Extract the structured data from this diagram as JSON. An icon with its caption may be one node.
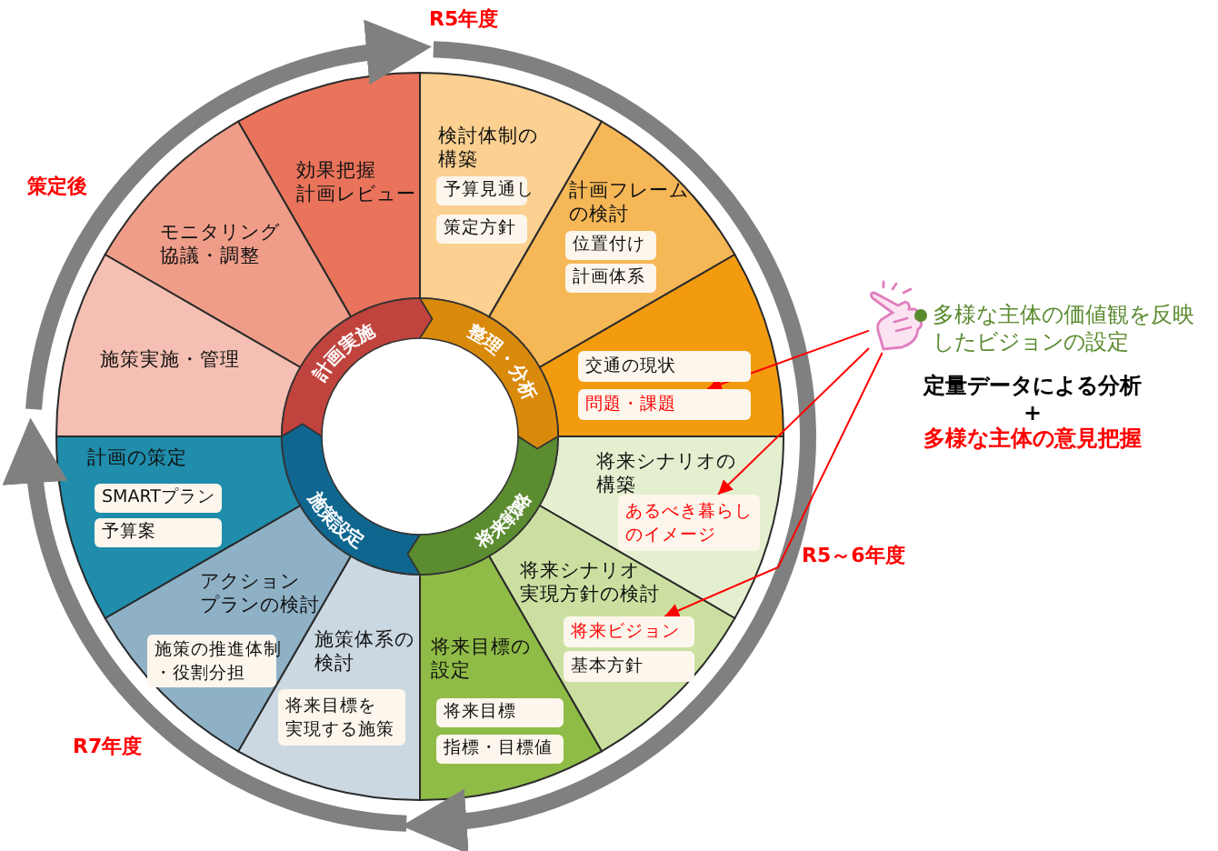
{
  "diagram": {
    "nodes": [
      {
        "text": [
          "効果把握計画レビュー"
        ]
      },
      {
        "text": [
          "モニタリング協議・調整"
        ]
      },
      {
        "text": [
          "施策実施・管理"
        ]
      },
      {
        "text": [
          "検討体制の構築"
        ]
      },
      {
        "text": [
          "予算見通し"
        ],
        "in": 3
      },
      {
        "text": [
          "策定方針"
        ],
        "in": 3
      },
      {
        "text": [
          "計画フレームの検討"
        ]
      },
      {
        "text": [
          "位置付け"
        ],
        "in": 6
      },
      {
        "text": [
          "計画体系"
        ],
        "in": 6
      },
      {
        "text": [],
        "shape": "sector"
      },
      {
        "text": [
          "交通の現状"
        ],
        "in": 9
      },
      {
        "text": [
          "問題・課題"
        ],
        "in": 9
      },
      {
        "text": [
          "将来シナリオの構築"
        ]
      },
      {
        "text": [
          "あるべき暮らしのイメージ"
        ],
        "in": 12
      },
      {
        "text": [
          "将来シナリオ実現方針の検討"
        ]
      },
      {
        "text": [
          "将来ビジョン"
        ],
        "in": 14
      },
      {
        "text": [
          "基本方針"
        ],
        "in": 14
      },
      {
        "text": [
          "将来目標の設定"
        ]
      },
      {
        "text": [
          "将来目標"
        ],
        "in": 17
      },
      {
        "text": [
          "指標・目標値"
        ],
        "in": 17
      },
      {
        "text": [
          "施策体系の検討"
        ]
      },
      {
        "text": [
          "将来目標を実現する施策"
        ],
        "in": 20
      },
      {
        "text": [
          "アクションプランの検討"
        ]
      },
      {
        "text": [
          "施策の推進体制・役割分担"
        ],
        "in": 22
      },
      {
        "text": [
          "計画の策定"
        ]
      },
      {
        "text": [
          "SMARTプラン"
        ],
        "in": 24
      },
      {
        "text": [
          "予算案"
        ],
        "in": 24
      },
      {
        "text": [
          "計画実施"
        ]
      },
      {
        "text": [
          "整理・分析"
        ]
      },
      {
        "text": [
          "将来戦略"
        ]
      },
      {
        "text": [
          "施策設定"
        ]
      },
      {
        "text": [],
        "shape": "hand"
      }
    ],
    "edges": [
      {
        "from": 31,
        "to": 11,
        "arrow": "to",
        "color": "#ff0000"
      },
      {
        "from": 31,
        "to": 13,
        "arrow": "to",
        "color": "#ff0000"
      },
      {
        "from": 31,
        "to": 15,
        "arrow": "to",
        "color": "#ff0000"
      }
    ],
    "labels": [
      "R5年度",
      "策定後",
      "多様な主体の価値観を反映したビジョンの設定",
      "定量データによる分析",
      "+",
      "多様な主体の意見把握",
      "R5～6年度",
      "R7年度"
    ]
  }
}
